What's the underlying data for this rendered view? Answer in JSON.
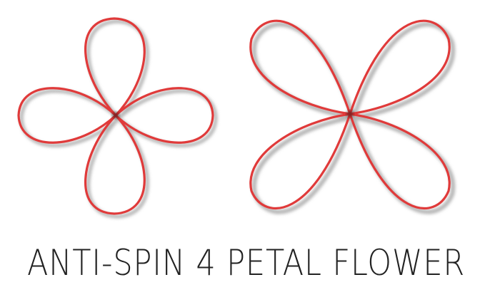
{
  "caption": "ANTI-SPIN 4 PETAL FLOWER",
  "colors": {
    "petal_stroke": "#e03a3a",
    "petal_shadow": "#b5b5b5",
    "petal_core": "#2a1010",
    "text": "#222222"
  },
  "figures": [
    {
      "name": "plus-oriented-flower",
      "petals": 4,
      "orientation": "plus"
    },
    {
      "name": "x-oriented-flower",
      "petals": 4,
      "orientation": "diagonal"
    }
  ]
}
